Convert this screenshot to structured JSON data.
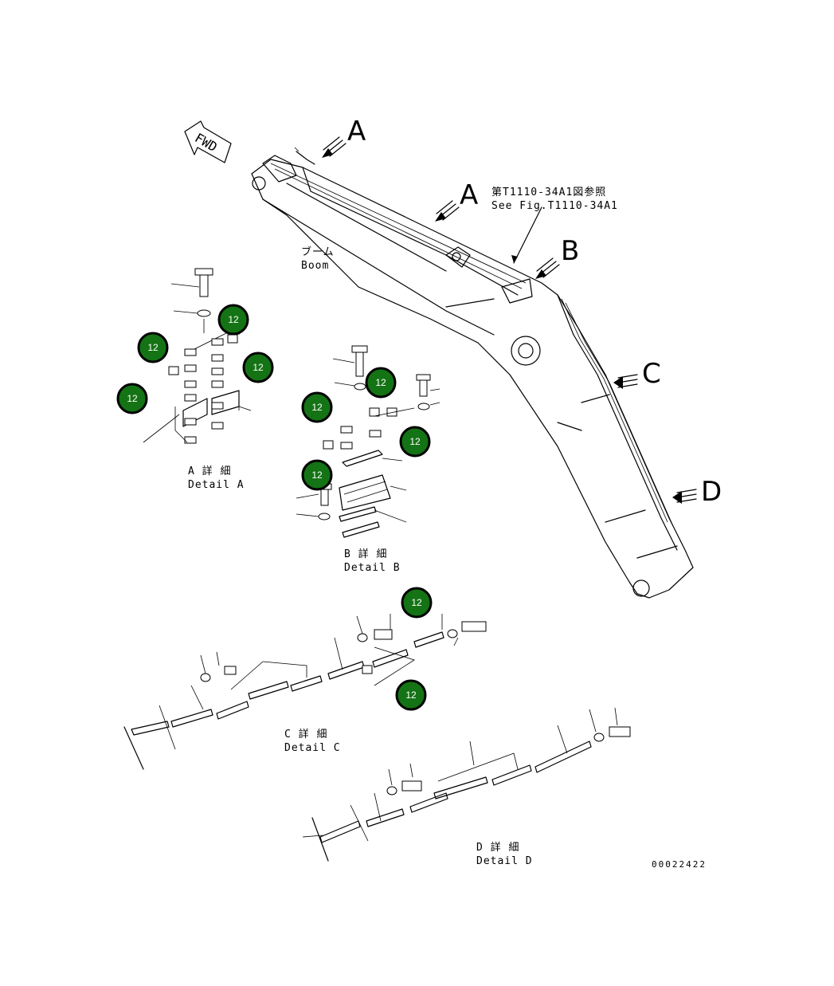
{
  "fwd_label": "FWD",
  "view_markers": {
    "a1": "A",
    "a2": "A",
    "b": "B",
    "c": "C",
    "d": "D"
  },
  "reference": {
    "jp": "第T1110-34A1図参照",
    "en": "See Fig.T1110-34A1"
  },
  "boom": {
    "jp": "ブーム",
    "en": "Boom"
  },
  "details": {
    "a": {
      "jp": "A 詳 細",
      "en": "Detail A"
    },
    "b": {
      "jp": "B 詳 細",
      "en": "Detail B"
    },
    "c": {
      "jp": "C 詳 細",
      "en": "Detail C"
    },
    "d": {
      "jp": "D 詳 細",
      "en": "Detail D"
    }
  },
  "badge_label": "12",
  "drawing_number": "00022422",
  "colors": {
    "badge_fill": "#147314",
    "line": "#000000",
    "background": "#ffffff"
  }
}
